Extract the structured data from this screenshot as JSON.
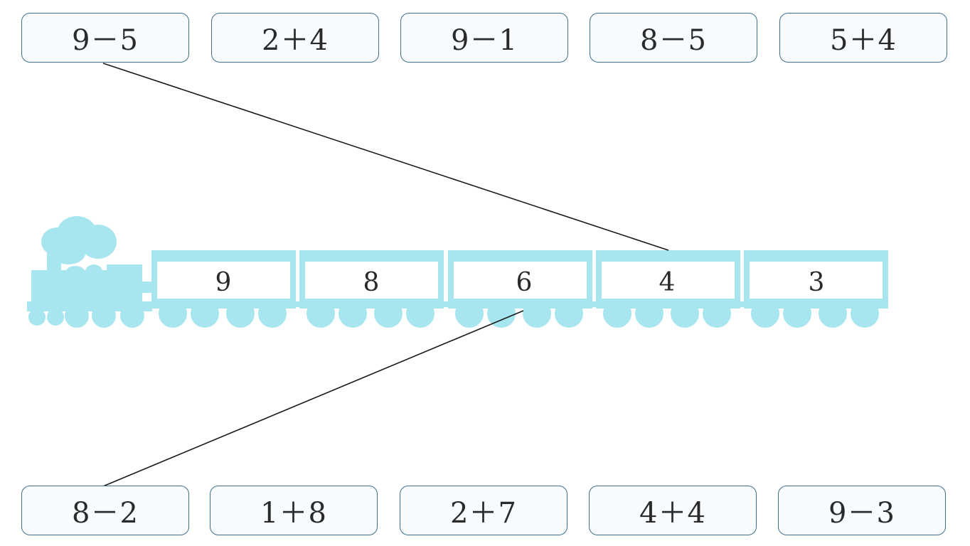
{
  "colors": {
    "train": "#a8e6ef",
    "card_border": "#3f6f8a",
    "card_fill": "#f7fbfd",
    "line": "#1a1a1a"
  },
  "top_cards": [
    "9－5",
    "2＋4",
    "9－1",
    "8－5",
    "5＋4"
  ],
  "bottom_cards": [
    "8－2",
    "1＋8",
    "2＋7",
    "4＋4",
    "9－3"
  ],
  "train": {
    "car_numbers": [
      "9",
      "8",
      "6",
      "4",
      "3"
    ]
  },
  "connections": [
    {
      "from": "top-card-1",
      "to": "car-4"
    },
    {
      "from": "bottom-card-1",
      "to": "car-3"
    }
  ]
}
